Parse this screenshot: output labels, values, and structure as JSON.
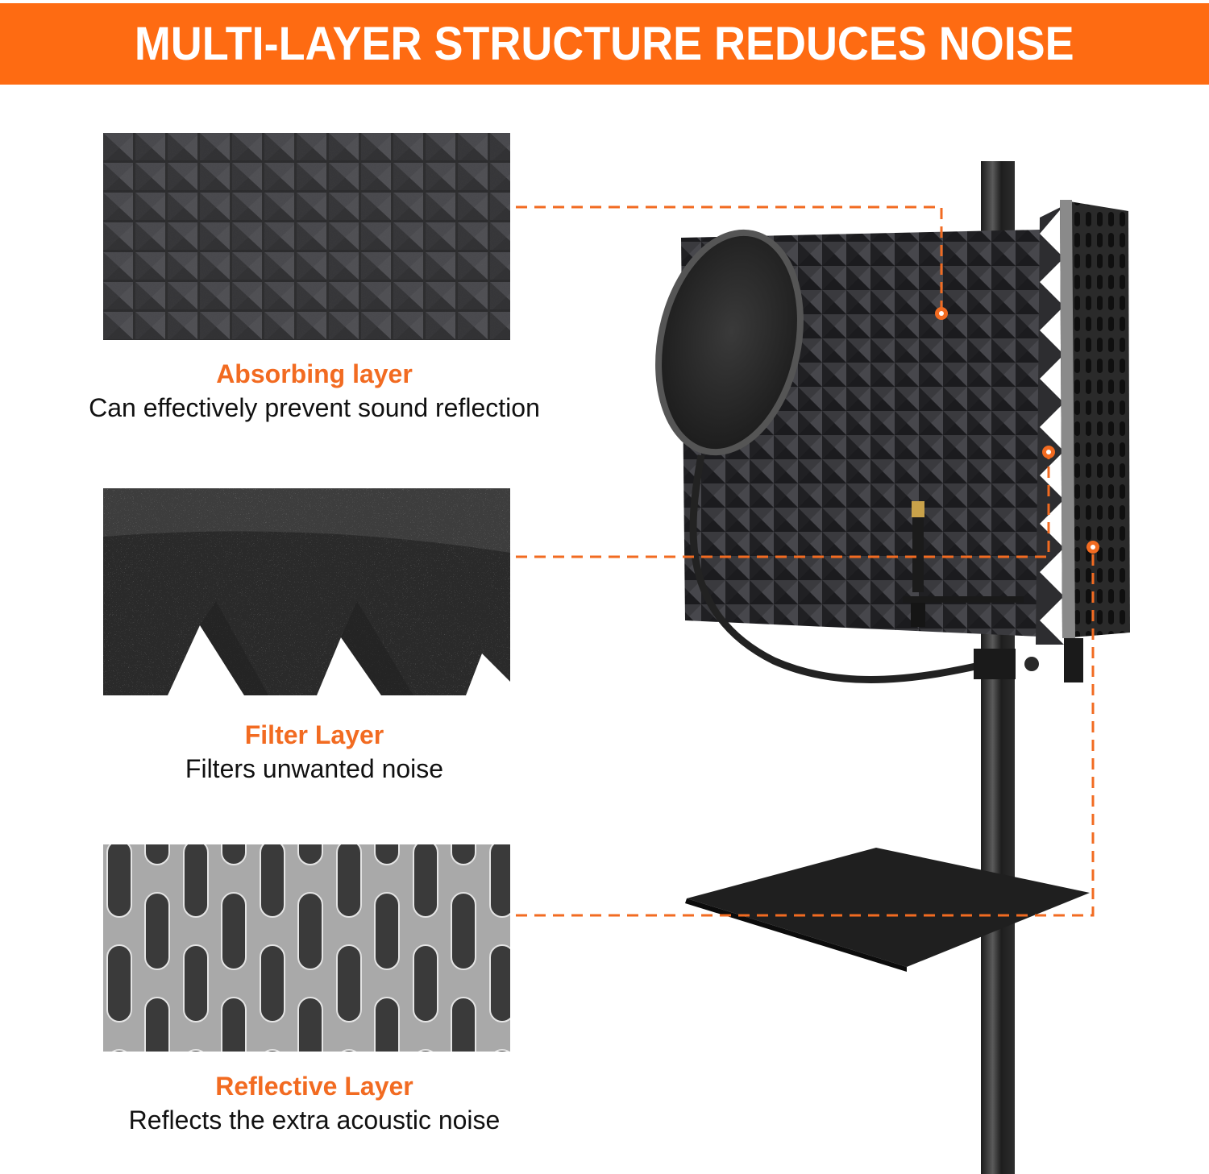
{
  "banner": {
    "title": "MULTI-LAYER STRUCTURE REDUCES NOISE",
    "background": "#fe6b12",
    "text_color": "#ffffff"
  },
  "accent_color": "#f26b21",
  "layers": [
    {
      "title": "Absorbing layer",
      "description": "Can effectively prevent sound reflection",
      "swatch": "pyramid-foam-texture"
    },
    {
      "title": "Filter Layer",
      "description": "Filters unwanted noise",
      "swatch": "foam-cross-section"
    },
    {
      "title": "Reflective Layer",
      "description": "Reflects the extra acoustic noise",
      "swatch": "perforated-metal-panel"
    }
  ],
  "product": {
    "name": "microphone-isolation-shield-on-stand",
    "parts": [
      "pop-filter",
      "gooseneck-arm",
      "foam-panels",
      "perforated-side-panel",
      "stand-pole",
      "tray-shelf"
    ]
  }
}
